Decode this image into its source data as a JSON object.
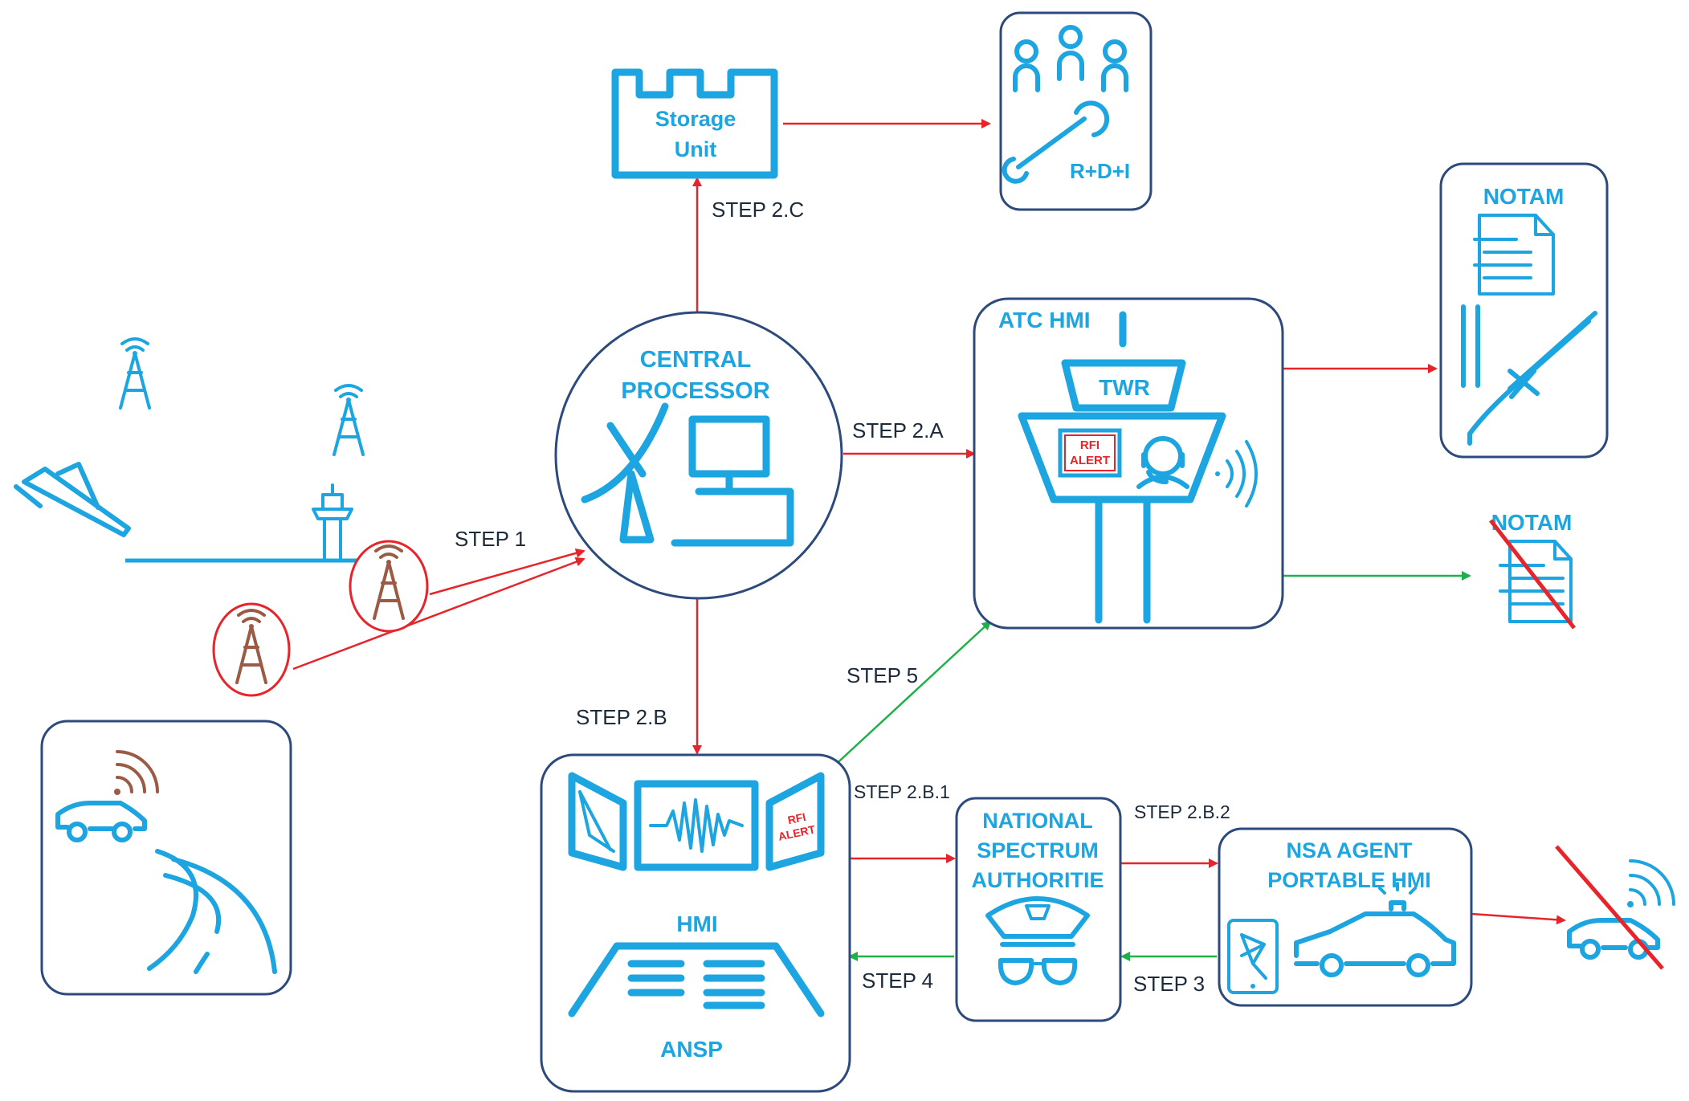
{
  "nodes": {
    "storage": "Storage Unit",
    "storage_line1": "Storage",
    "storage_line2": "Unit",
    "rdi": "R+D+I",
    "central_line1": "CENTRAL",
    "central_line2": "PROCESSOR",
    "atc": "ATC HMI",
    "twr": "TWR",
    "rfi_line1": "RFI",
    "rfi_line2": "ALERT",
    "notam": "NOTAM",
    "notam_cancelled": "NOTAM",
    "hmi": "HMI",
    "ansp": "ANSP",
    "nsa_line1": "NATIONAL",
    "nsa_line2": "SPECTRUM",
    "nsa_line3": "AUTHORITIE",
    "agent_line1": "NSA AGENT",
    "agent_line2": "PORTABLE HMI"
  },
  "steps": {
    "step1": "STEP 1",
    "step2a": "STEP 2.A",
    "step2b": "STEP 2.B",
    "step2c": "STEP 2.C",
    "step2b1": "STEP 2.B.1",
    "step2b2": "STEP 2.B.2",
    "step3": "STEP 3",
    "step4": "STEP 4",
    "step5": "STEP 5"
  },
  "colors": {
    "icon": "#1ca5e0",
    "box_border": "#2c4a7c",
    "red_flow": "#e8242b",
    "green_flow": "#1fb04a",
    "interferer": "#9a5a44"
  }
}
